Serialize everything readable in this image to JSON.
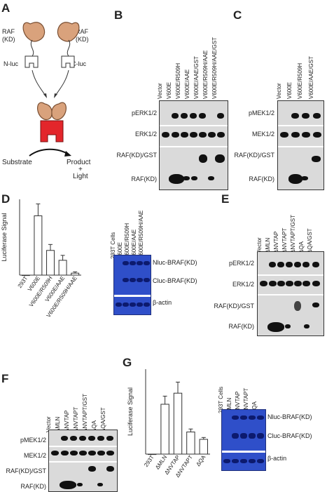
{
  "panels": {
    "A": "A",
    "B": "B",
    "C": "C",
    "D": "D",
    "E": "E",
    "F": "F",
    "G": "G"
  },
  "schematic": {
    "raf_left": "RAF",
    "raf_left_kd": "(KD)",
    "raf_right": "RAF",
    "raf_right_kd": "(KD)",
    "nluc": "N-luc",
    "cluc": "C-luc",
    "substrate": "Substrate",
    "product": "Product",
    "plus": "+",
    "light": "Light"
  },
  "blot_B": {
    "lanes": [
      "Vector",
      "V600E",
      "V600E/R509H",
      "V600E/AAE",
      "V600E/AAE/GST",
      "V600E/R509H/AAE",
      "V600E/R509H/AAE/GST"
    ],
    "rows": [
      "pERK1/2",
      "ERK1/2",
      "RAF(KD)/GST",
      "RAF(KD)"
    ]
  },
  "blot_C": {
    "lanes": [
      "Vector",
      "V600E",
      "V600E/R509H",
      "V600E/AAE/GST"
    ],
    "rows": [
      "pMEK1/2",
      "MEK1/2",
      "RAF(KD)/GST",
      "RAF(KD)"
    ]
  },
  "chart_D": {
    "ylabel": "Luciferase Signal",
    "gel_lanes": [
      "293T Cells",
      "V600E",
      "V600E/R509H",
      "V600E/AAE",
      "V600E/R509H/AAE"
    ],
    "gel_rows": [
      "Nluc-BRAF(KD)",
      "Cluc-BRAF(KD)",
      "β-actin"
    ]
  },
  "blot_E": {
    "lanes": [
      "Vector",
      "ΔMLN",
      "ΔNVTAP",
      "ΔNVTAPT",
      "ΔNVTAPT/GST",
      "ΔQA",
      "ΔQA/GST"
    ],
    "rows": [
      "pERK1/2",
      "ERK1/2",
      "RAF(KD)/GST",
      "RAF(KD)"
    ]
  },
  "blot_F": {
    "lanes": [
      "Vector",
      "ΔMLN",
      "ΔNVTAP",
      "ΔNVTAPT",
      "ΔNVTAPT/GST",
      "ΔQA",
      "ΔQA/GST"
    ],
    "rows": [
      "pMEK1/2",
      "MEK1/2",
      "RAF(KD)/GST",
      "RAF(KD)"
    ]
  },
  "chart_G": {
    "ylabel": "Luciferase Signal",
    "gel_lanes": [
      "293T Cells",
      "ΔMLN",
      "ΔNVTAP",
      "ΔNVTAPT",
      "ΔQA"
    ],
    "gel_rows": [
      "Nluc-BRAF(KD)",
      "Cluc-BRAF(KD)",
      "β-actin"
    ]
  },
  "chart_data": [
    {
      "type": "bar",
      "ylabel": "Luciferase Signal",
      "categories": [
        "293T",
        "V600E",
        "V600E/R509H",
        "V600E/AAE",
        "V600E/R509H/AAE"
      ],
      "values": [
        0,
        18,
        7.5,
        4.5,
        0.6
      ],
      "errors": [
        0,
        3.6,
        1.8,
        1.5,
        0.4
      ],
      "ylim": [
        0,
        23
      ]
    },
    {
      "type": "bar",
      "ylabel": "Luciferase Signal",
      "categories": [
        "293T",
        "ΔMLN",
        "ΔNVTAP",
        "ΔNVTAPT",
        "ΔQA"
      ],
      "values": [
        0,
        13.5,
        16.5,
        6,
        4
      ],
      "errors": [
        0,
        2.2,
        3,
        0.8,
        0.5
      ],
      "ylim": [
        0,
        23
      ]
    }
  ]
}
